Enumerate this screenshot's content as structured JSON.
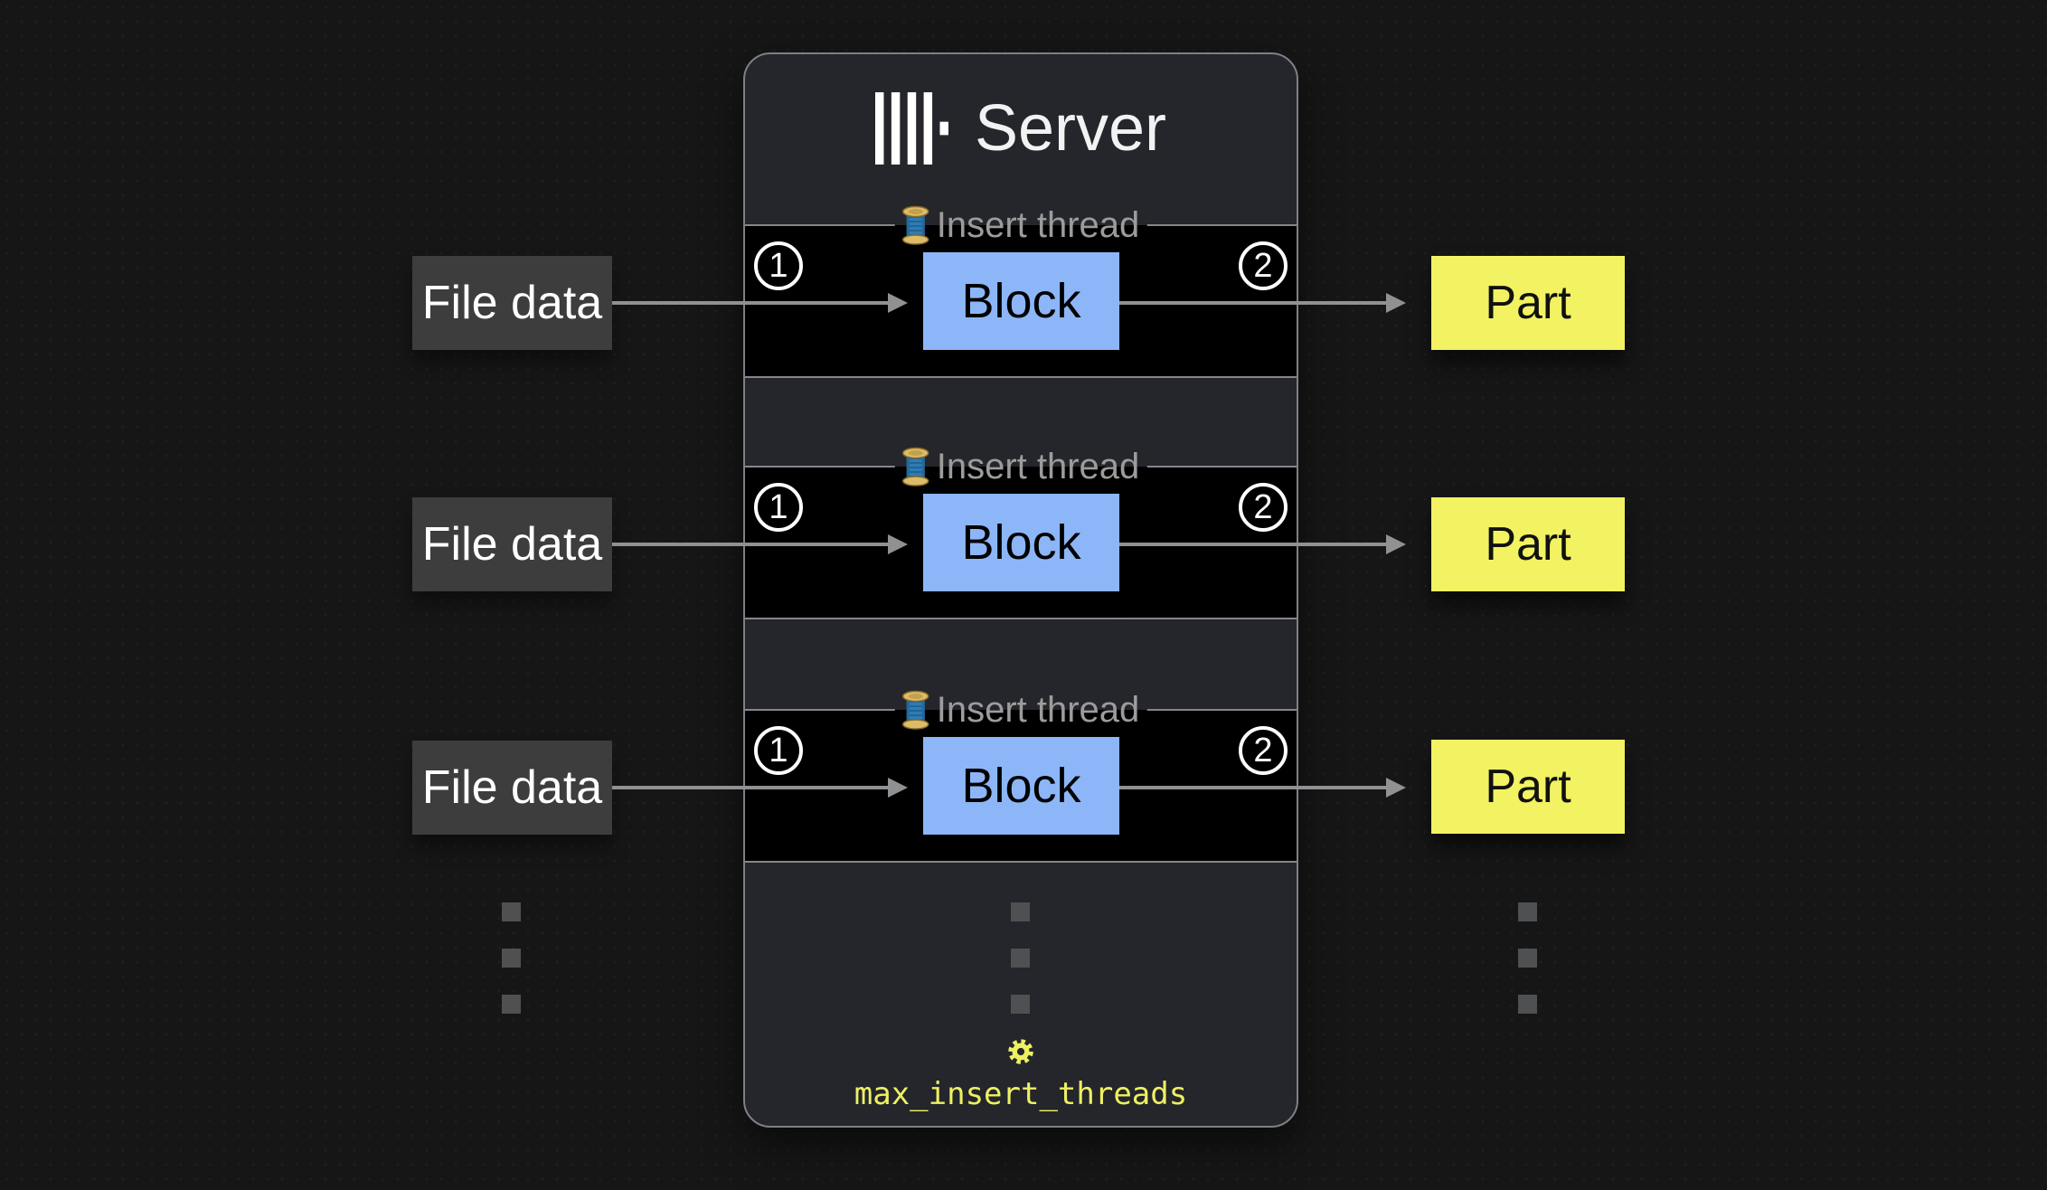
{
  "server": {
    "title": "Server",
    "logo_icon": "clickhouse-logo",
    "setting_icon": "gear-icon",
    "setting_label": "max_insert_threads"
  },
  "rows": [
    {
      "input_label": "File data",
      "step_in": "1",
      "thread_icon": "thread-spool-icon",
      "thread_label": "Insert thread",
      "block_label": "Block",
      "step_out": "2",
      "output_label": "Part"
    },
    {
      "input_label": "File data",
      "step_in": "1",
      "thread_icon": "thread-spool-icon",
      "thread_label": "Insert thread",
      "block_label": "Block",
      "step_out": "2",
      "output_label": "Part"
    },
    {
      "input_label": "File data",
      "step_in": "1",
      "thread_icon": "thread-spool-icon",
      "thread_label": "Insert thread",
      "block_label": "Block",
      "step_out": "2",
      "output_label": "Part"
    }
  ],
  "continuation": {
    "icon": "vertical-ellipsis-dots",
    "columns": 3
  },
  "colors": {
    "background": "#161616",
    "panel": "#24262b",
    "panel_border": "#7d8084",
    "band": "#000000",
    "band_border": "#85878b",
    "legend_text": "#9c9c9c",
    "arrow": "#8f9193",
    "block_fill": "#8cb6f7",
    "file_fill": "#3d3d3d",
    "part_fill": "#f2f262",
    "accent_yellow": "#eef062",
    "text_light": "#f2f2f2",
    "dot": "#4f5052"
  }
}
